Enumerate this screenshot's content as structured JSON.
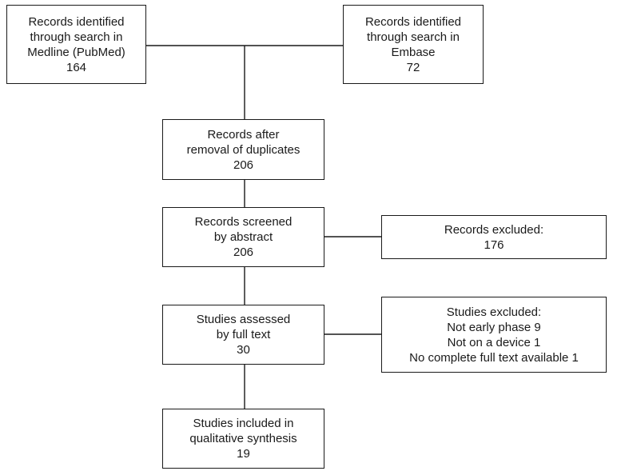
{
  "boxes": {
    "medline": {
      "lines": [
        "Records identified",
        "through search in",
        "Medline (PubMed)",
        "164"
      ]
    },
    "embase": {
      "lines": [
        "Records identified",
        "through search in",
        "Embase",
        "72"
      ]
    },
    "dedup": {
      "lines": [
        "Records after",
        "removal of duplicates",
        "206"
      ]
    },
    "abstract": {
      "lines": [
        "Records screened",
        "by abstract",
        "206"
      ]
    },
    "excluded_abstract": {
      "lines": [
        "Records excluded:",
        "176"
      ]
    },
    "fulltext": {
      "lines": [
        "Studies assessed",
        "by full text",
        "30"
      ]
    },
    "excluded_fulltext": {
      "lines": [
        "Studies excluded:",
        "Not early phase 9",
        "Not on a device 1",
        "No complete full text available 1"
      ]
    },
    "included": {
      "lines": [
        "Studies included in",
        "qualitative synthesis",
        "19"
      ]
    }
  }
}
